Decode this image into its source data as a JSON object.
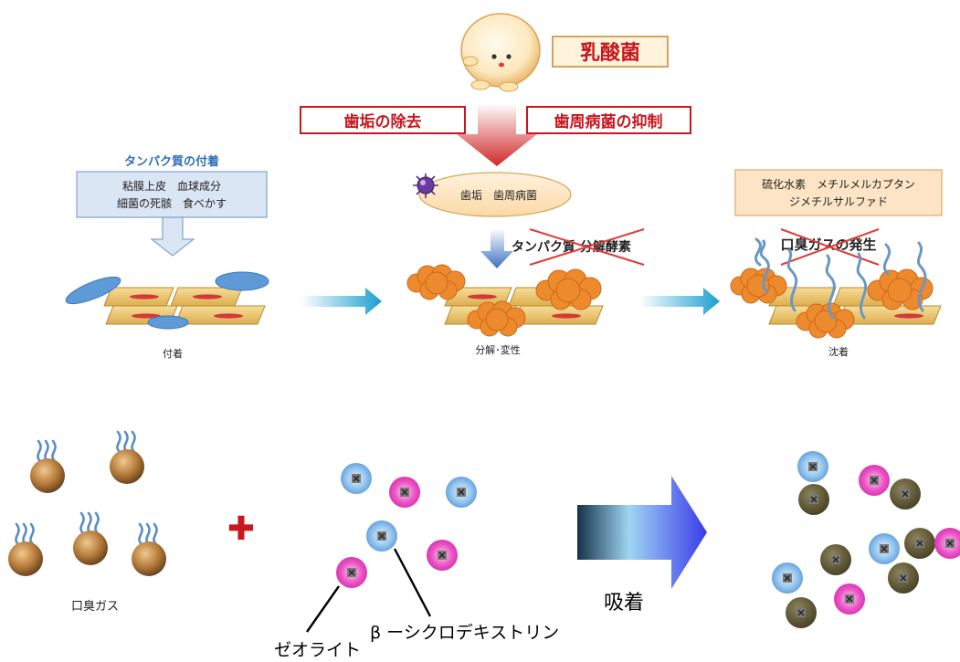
{
  "colors": {
    "title_red": "#c8171e",
    "blue_header": "#2e6fb6",
    "box_blue_fill": "#dbe6f4",
    "box_orange_fill": "#fde4c4",
    "orange_cell": "#ee8a2e",
    "tan_cell": "#e8c069",
    "arrow_cyan": "#2aa8d4",
    "brown_ball": "#b07a3c",
    "olive_ball": "#6b6236",
    "pink_ball": "#e040b8",
    "blue_ball": "#7ab8e8",
    "violet_arrow": "#3a3aea"
  },
  "top": {
    "mascot_label": "乳酸菌",
    "tag_left": "歯垢の除去",
    "tag_right": "歯周病菌の抑制",
    "stage1": {
      "header": "タンパク質の付着",
      "box_line1": "粘膜上皮　血球成分",
      "box_line2": "細菌の死骸　食べかす",
      "caption": "付着"
    },
    "stage2": {
      "oval_text": "歯垢　歯周病菌",
      "enzyme_label": "タンパク質 分解酵素",
      "caption": "分解･変性"
    },
    "stage3": {
      "box_line1": "硫化水素　メチルメルカプタン",
      "box_line2": "ジメチルサルファド",
      "gas_label": "口臭ガスの発生",
      "caption": "沈着"
    }
  },
  "bottom": {
    "gas_caption": "口臭ガス",
    "plus_symbol": "✚",
    "zeolite_label": "ゼオライト",
    "cyclodextrin_label": "β ーシクロデキストリン",
    "adsorb_label": "吸着"
  }
}
